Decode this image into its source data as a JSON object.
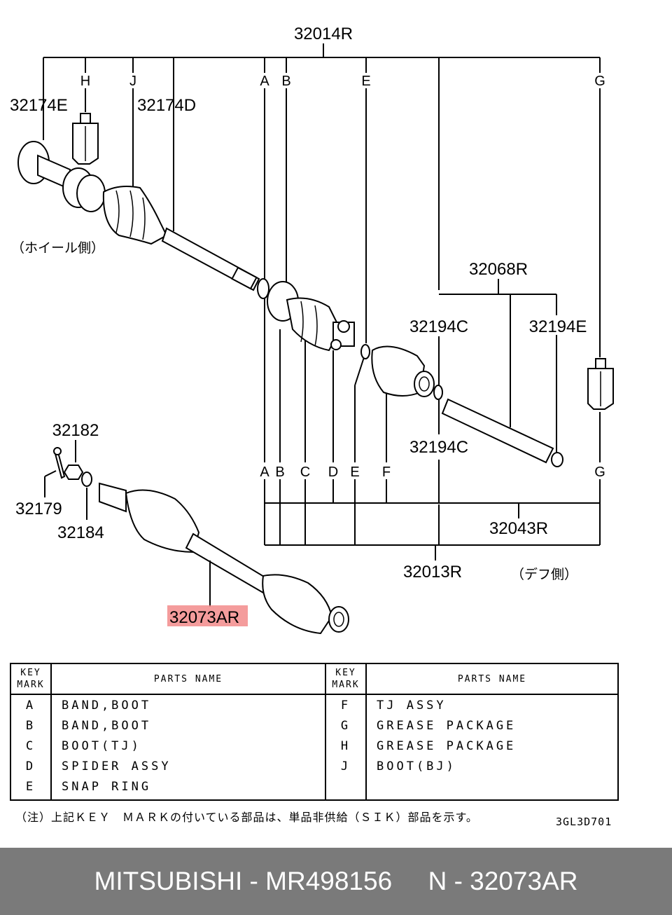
{
  "callouts": {
    "assembly_top": "32014R",
    "grease_bj": "32174E",
    "boot_bj": "32174D",
    "outer_assy": "32068R",
    "snap_ring_1": "32194C",
    "snap_ring_2": "32194E",
    "snap_ring_3": "32194C",
    "nut": "32182",
    "cotter_pin": "32179",
    "washer": "32184",
    "shaft_assy": "32073AR",
    "assembly_inner": "32043R",
    "assembly_diff": "32013R"
  },
  "key_letters_top": [
    "H",
    "J",
    "A",
    "B",
    "E",
    "G"
  ],
  "key_letters_bottom": [
    "A",
    "B",
    "C",
    "D",
    "E",
    "F",
    "G"
  ],
  "side_labels": {
    "wheel_side": "（ホイール側）",
    "diff_side": "（デフ側）"
  },
  "highlight_color": "#f28b8b",
  "table": {
    "headers": {
      "key_mark": [
        "KEY",
        "MARK"
      ],
      "parts_name": "PARTS NAME"
    },
    "left": [
      {
        "key": "A",
        "name": "BAND,BOOT"
      },
      {
        "key": "B",
        "name": "BAND,BOOT"
      },
      {
        "key": "C",
        "name": "BOOT(TJ)"
      },
      {
        "key": "D",
        "name": "SPIDER ASSY"
      },
      {
        "key": "E",
        "name": "SNAP RING"
      }
    ],
    "right": [
      {
        "key": "F",
        "name": "TJ ASSY"
      },
      {
        "key": "G",
        "name": "GREASE PACKAGE"
      },
      {
        "key": "H",
        "name": "GREASE PACKAGE"
      },
      {
        "key": "J",
        "name": "BOOT(BJ)"
      }
    ]
  },
  "note": "（注）上記ＫＥＹ　ＭＡＲＫの付いている部品は、単品非供給（ＳＩＫ）部品を示す。",
  "diagram_code": "3GL3D701",
  "footer": {
    "brand": "MITSUBISHI",
    "part_number": "MR498156",
    "oem": "N - 32073AR"
  }
}
